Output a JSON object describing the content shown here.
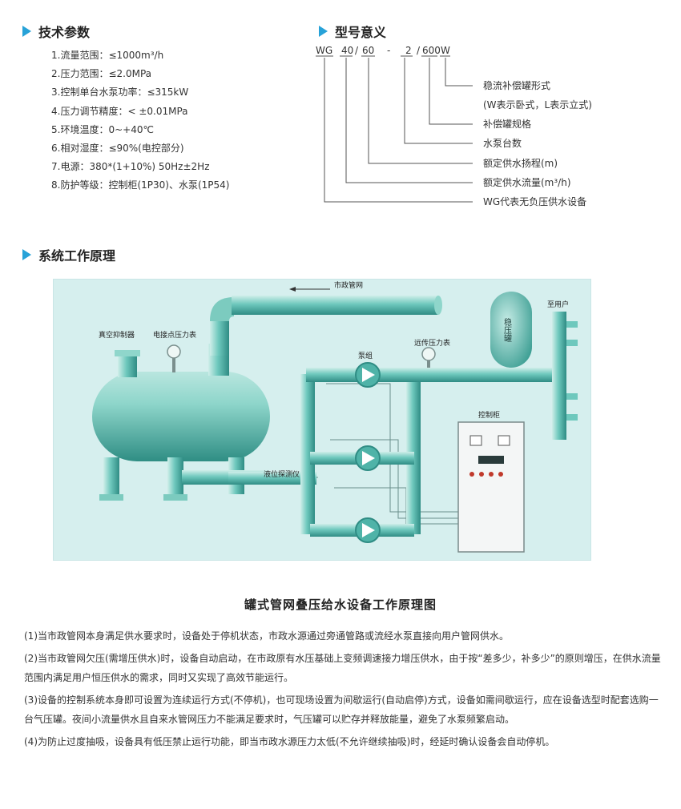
{
  "sections": {
    "tech": "技术参数",
    "model": "型号意义",
    "principle": "系统工作原理"
  },
  "specs": [
    "1.流量范围：≤1000m³/h",
    "2.压力范围：≤2.0MPa",
    "3.控制单台水泵功率：≤315kW",
    "4.压力调节精度：< ±0.01MPa",
    "5.环境温度：0~+40℃",
    "6.相对湿度：≤90%(电控部分)",
    "7.电源：380*(1+10%) 50Hz±2Hz",
    "8.防护等级：控制柜(1P30)、水泵(1P54)"
  ],
  "model_code": {
    "parts": [
      "WG",
      "40",
      "/",
      "60",
      "-",
      "2",
      "/",
      "600",
      "W"
    ],
    "labels": [
      "稳流补偿罐形式",
      "(W表示卧式，L表示立式)",
      "补偿罐规格",
      "水泵台数",
      "额定供水扬程(m)",
      "额定供水流量(m³/h)",
      "WG代表无负压供水设备"
    ]
  },
  "diagram_labels": {
    "municipal": "市政管网",
    "to_user": "至用户",
    "vacuum": "真空抑制器",
    "contact_gauge": "电接点压力表",
    "pump_group": "泵组",
    "remote_gauge": "远传压力表",
    "stabilizer": "稳压罐",
    "control_cabinet": "控制柜",
    "level_probe": "液位探测仪"
  },
  "caption": "罐式管网叠压给水设备工作原理图",
  "paragraphs": [
    "(1)当市政管网本身满足供水要求时，设备处于停机状态，市政水源通过旁通管路或流经水泵直接向用户管网供水。",
    "(2)当市政管网欠压(需增压供水)时，设备自动启动，在市政原有水压基础上变频调速接力增压供水，由于按“差多少，补多少”的原则增压，在供水流量范围内满足用户恒压供水的需求，同时又实现了高效节能运行。",
    "(3)设备的控制系统本身即可设置为连续运行方式(不停机)，也可现场设置为间歇运行(自动启停)方式，设备如需间歇运行，应在设备选型时配套选购一台气压罐。夜间小流量供水且自来水管网压力不能满足要求时，气压罐可以贮存并释放能量，避免了水泵频繁启动。",
    "(4)为防止过度抽吸，设备具有低压禁止运行功能，即当市政水源压力太低(不允许继续抽吸)时，经延时确认设备会自动停机。"
  ]
}
